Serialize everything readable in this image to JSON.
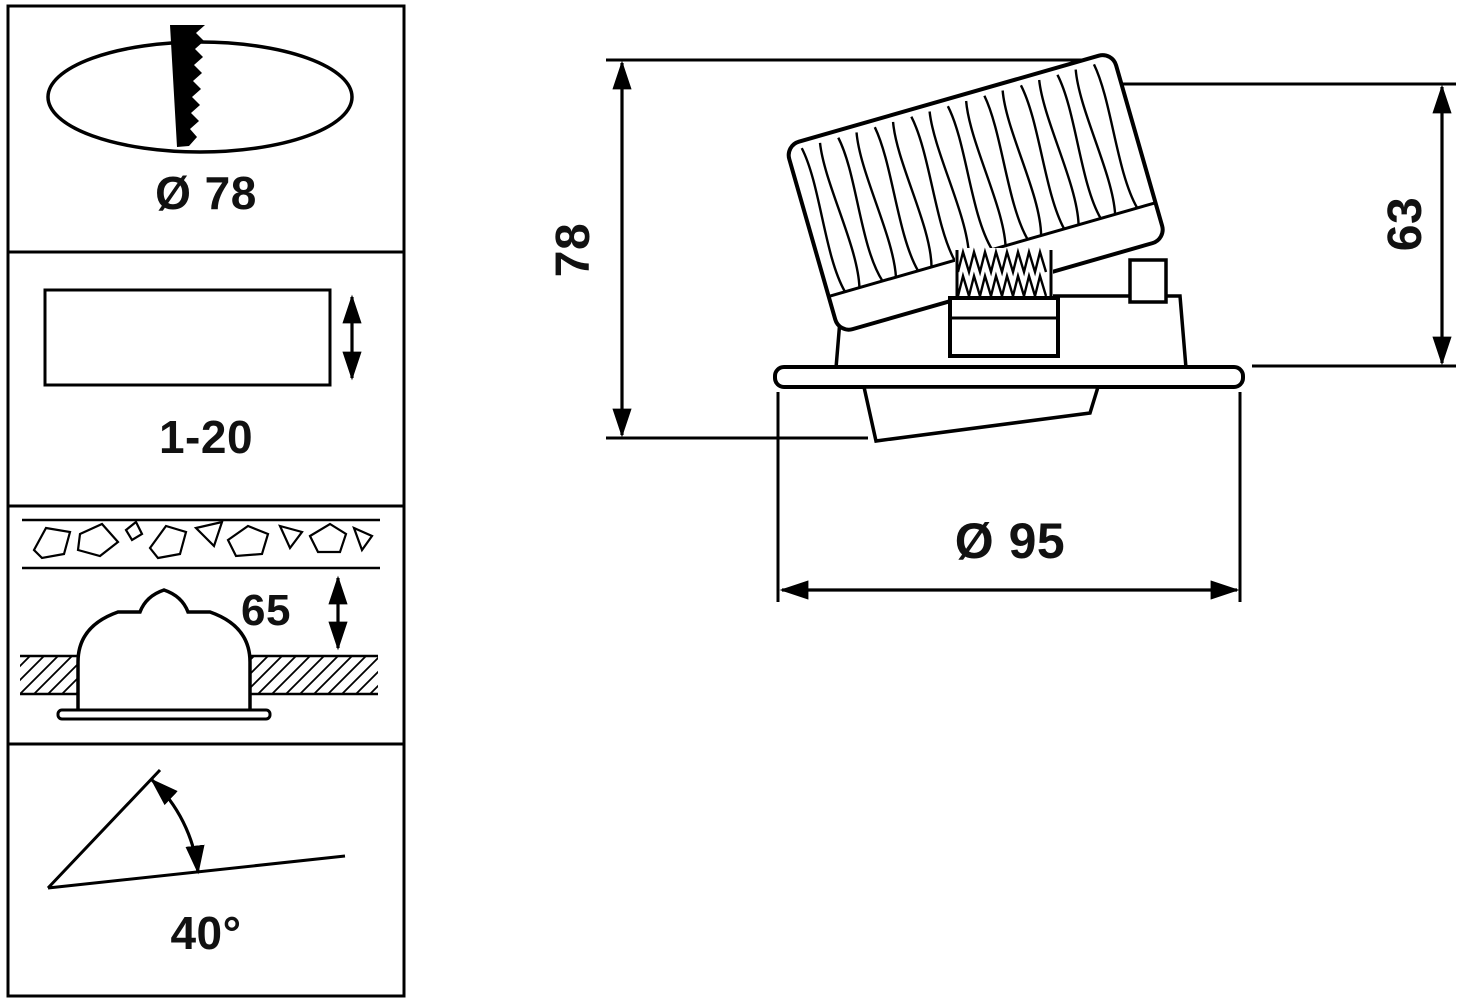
{
  "page": {
    "title_hidden": ""
  },
  "colors": {
    "line": "#000000",
    "background": "#ffffff",
    "text": "#111111"
  },
  "pictograms": {
    "cutout": {
      "label": "Ø 78",
      "icon": "ceiling-cutout-saw-icon"
    },
    "ceiling_thickness": {
      "label": "1-20",
      "icon": "ceiling-thickness-hatch-icon"
    },
    "recess_depth": {
      "label": "65",
      "icon": "recess-depth-profile-icon"
    },
    "tilt_angle": {
      "label": "40°",
      "icon": "tilt-angle-arc-icon"
    }
  },
  "drawing": {
    "dim_height": {
      "label": "78"
    },
    "dim_above_ceiling": {
      "label": "63"
    },
    "dim_diameter": {
      "label": "Ø 95"
    }
  }
}
